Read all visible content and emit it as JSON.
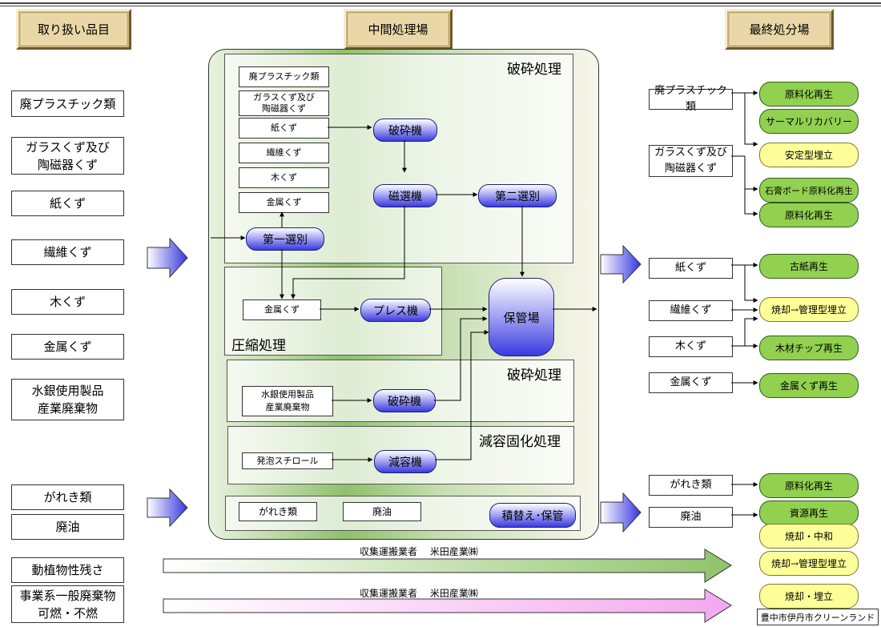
{
  "headers": {
    "left": "取り扱い品目",
    "middle": "中間処理場",
    "right": "最終処分場"
  },
  "left_items": [
    "廃プラスチック類",
    "ガラスくず及び",
    "陶磁器くず",
    "紙くず",
    "繊維くず",
    "木くず",
    "金属くず",
    "水銀使用製品",
    "産業廃棄物",
    "がれき類",
    "廃油",
    "動植物性残さ",
    "事業系一般廃棄物",
    "可燃・不燃"
  ],
  "middle": {
    "crush_title": "破砕処理",
    "crush_inputs": [
      "廃プラスチック類",
      "ガラスくず及び",
      "陶磁器くず",
      "紙くず",
      "繊維くず",
      "木くず",
      "金属くず"
    ],
    "crusher": "破砕機",
    "magnet": "磁選機",
    "sort1": "第一選別",
    "sort2": "第二選別",
    "compress_title": "圧縮処理",
    "compress_input": "金属くず",
    "press": "プレス機",
    "storage": "保管場",
    "crush2_title": "破砕処理",
    "mercury_1": "水銀使用製品",
    "mercury_2": "産業廃棄物",
    "crusher2": "破砕機",
    "solid_title": "減容固化処理",
    "styro": "発泡スチロール",
    "reducer": "減容機",
    "rubble": "がれき類",
    "oil": "廃油",
    "transship": "積替え･保管"
  },
  "right_inputs": [
    "廃プラスチック類",
    "ガラスくず及び",
    "陶磁器くず",
    "紙くず",
    "繊維くず",
    "木くず",
    "金属くず",
    "がれき類",
    "廃油"
  ],
  "right_outputs": [
    "原料化再生",
    "サーマルリカバリー",
    "安定型埋立",
    "石膏ボード原料化再生",
    "原料化再生",
    "古紙再生",
    "焼却→管理型埋立",
    "木材チップ再生",
    "金属くず再生",
    "原料化再生",
    "資源再生",
    "焼却・中和",
    "焼却→管理型埋立",
    "焼却・埋立"
  ],
  "transport_label_1": "収集運搬業者　 米田産業㈱",
  "transport_label_2": "収集運搬業者　 米田産業㈱",
  "footer_note": "豊中市伊丹市クリーンランド",
  "colors": {
    "green_pill": "#92d050",
    "yellow_pill": "#ffff99",
    "blue_arrow": "#4a4ae8",
    "green_arrow": "#9ccc6e",
    "pink_arrow": "#f7b8f0"
  }
}
